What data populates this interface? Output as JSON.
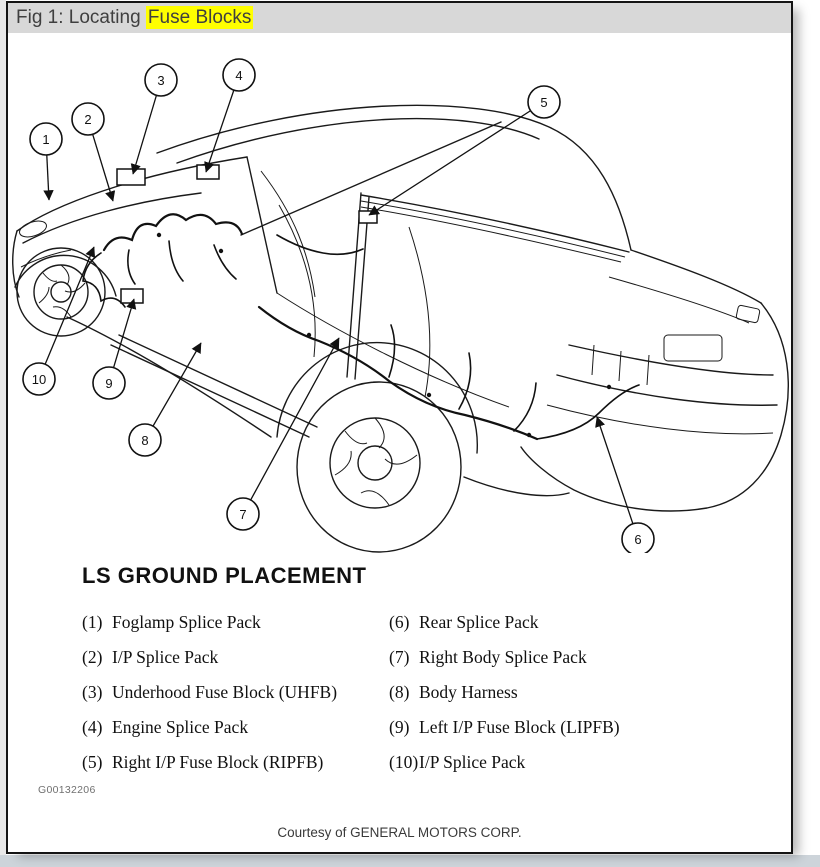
{
  "title_bar": {
    "prefix": "Fig 1: Locating ",
    "highlight": "Fuse Blocks"
  },
  "legend": {
    "heading": "LS GROUND PLACEMENT",
    "left": [
      {
        "num": "(1)",
        "label": "Foglamp Splice Pack"
      },
      {
        "num": "(2)",
        "label": "I/P Splice Pack"
      },
      {
        "num": "(3)",
        "label": "Underhood Fuse Block (UHFB)"
      },
      {
        "num": "(4)",
        "label": "Engine Splice Pack"
      },
      {
        "num": "(5)",
        "label": "Right I/P Fuse Block (RIPFB)"
      }
    ],
    "right": [
      {
        "num": "(6)",
        "label": "Rear Splice Pack"
      },
      {
        "num": "(7)",
        "label": "Right Body Splice Pack"
      },
      {
        "num": "(8)",
        "label": "Body Harness"
      },
      {
        "num": "(9)",
        "label": "Left I/P Fuse Block (LIPFB)"
      },
      {
        "num": "(10)",
        "label": "I/P Splice Pack"
      }
    ]
  },
  "callouts": [
    "1",
    "2",
    "3",
    "4",
    "5",
    "6",
    "7",
    "8",
    "9",
    "10"
  ],
  "figure_code": "G00132206",
  "footer": {
    "courtesy": "Courtesy of GENERAL MOTORS CORP."
  },
  "colors": {
    "highlight_bg": "#ffff00",
    "titlebar_bg": "#d8d8d8",
    "frame_border": "#141414",
    "diagram_line": "#1a1a1a",
    "bottom_strip": "#cdd4da"
  }
}
